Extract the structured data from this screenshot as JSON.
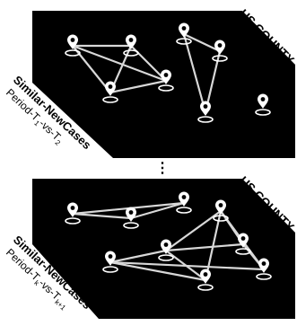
{
  "panels": [
    {
      "corner_label": "US COUNTY",
      "side_title": "Similar-NewCases",
      "side_sub": {
        "prefix": "Period-T",
        "sub1": "1",
        "mid": "-vs-T",
        "sub2": "2"
      }
    },
    {
      "corner_label": "US COUNTY",
      "side_title": "Similar-NewCases",
      "side_sub": {
        "prefix": "Period-T",
        "sub1": "k",
        "mid": "-vs-T",
        "sub2": "k+1"
      }
    }
  ],
  "separator": "⋮",
  "colors": {
    "panel": "#000000",
    "pin": "#ffffff",
    "edge": "#d8d8d8",
    "background": "#ffffff"
  },
  "icon": "location-pin-icon"
}
